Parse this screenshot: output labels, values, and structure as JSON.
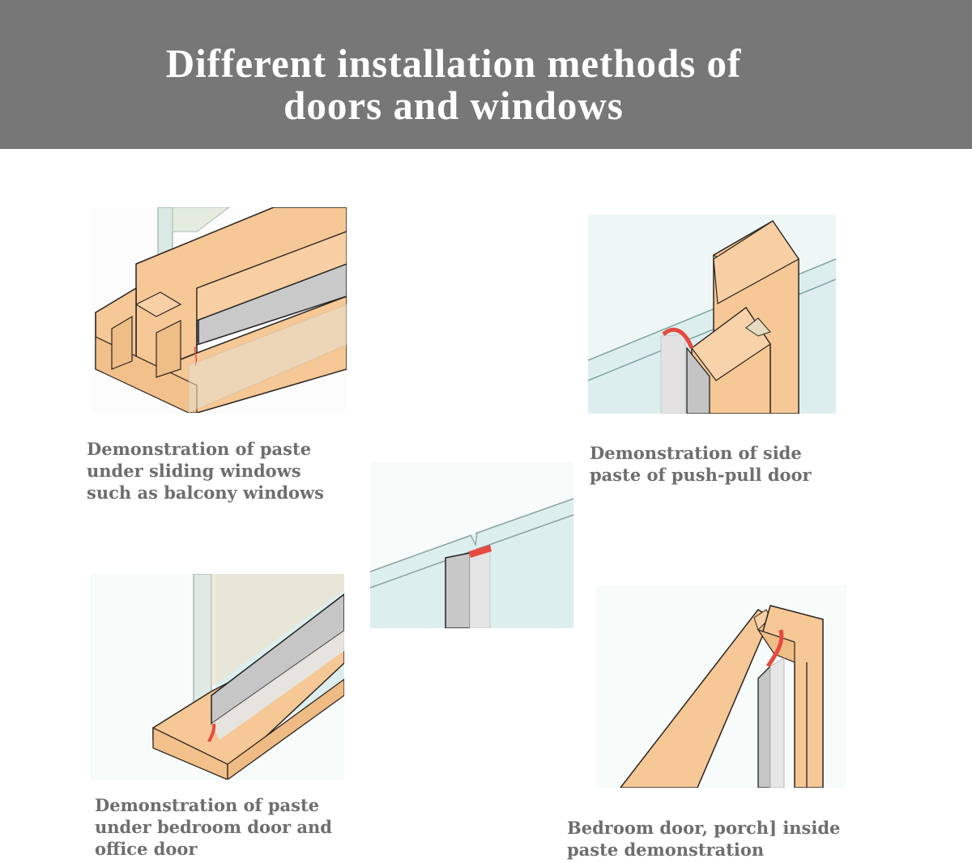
{
  "header": {
    "title": "Different installation methods of\ndoors and windows",
    "background": "#777777",
    "text_color": "#ffffff"
  },
  "palette": {
    "wood": "#f5c896",
    "wood_outline": "#2b2420",
    "glass": "#d8efef",
    "seal_strip": "#c8c8c8",
    "adhesive_tape": "#e64a40",
    "caption_color": "#6e6e6e"
  },
  "illustrations": [
    {
      "id": "sliding-window-bottom",
      "caption": "Demonstration of paste\nunder sliding windows\nsuch as balcony windows",
      "icon": "sliding-window-track-diagram"
    },
    {
      "id": "push-pull-door-side",
      "caption": "Demonstration of side\npaste of push-pull door",
      "icon": "push-pull-door-side-diagram"
    },
    {
      "id": "glass-door-gap",
      "caption": "",
      "icon": "glass-door-strip-diagram"
    },
    {
      "id": "bedroom-office-door-bottom",
      "caption": "Demonstration of paste\nunder bedroom door and\noffice door",
      "icon": "door-bottom-sill-diagram"
    },
    {
      "id": "bedroom-porch-door-inside",
      "caption": "Bedroom door, porch] inside\npaste demonstration",
      "icon": "door-frame-inside-diagram"
    }
  ]
}
